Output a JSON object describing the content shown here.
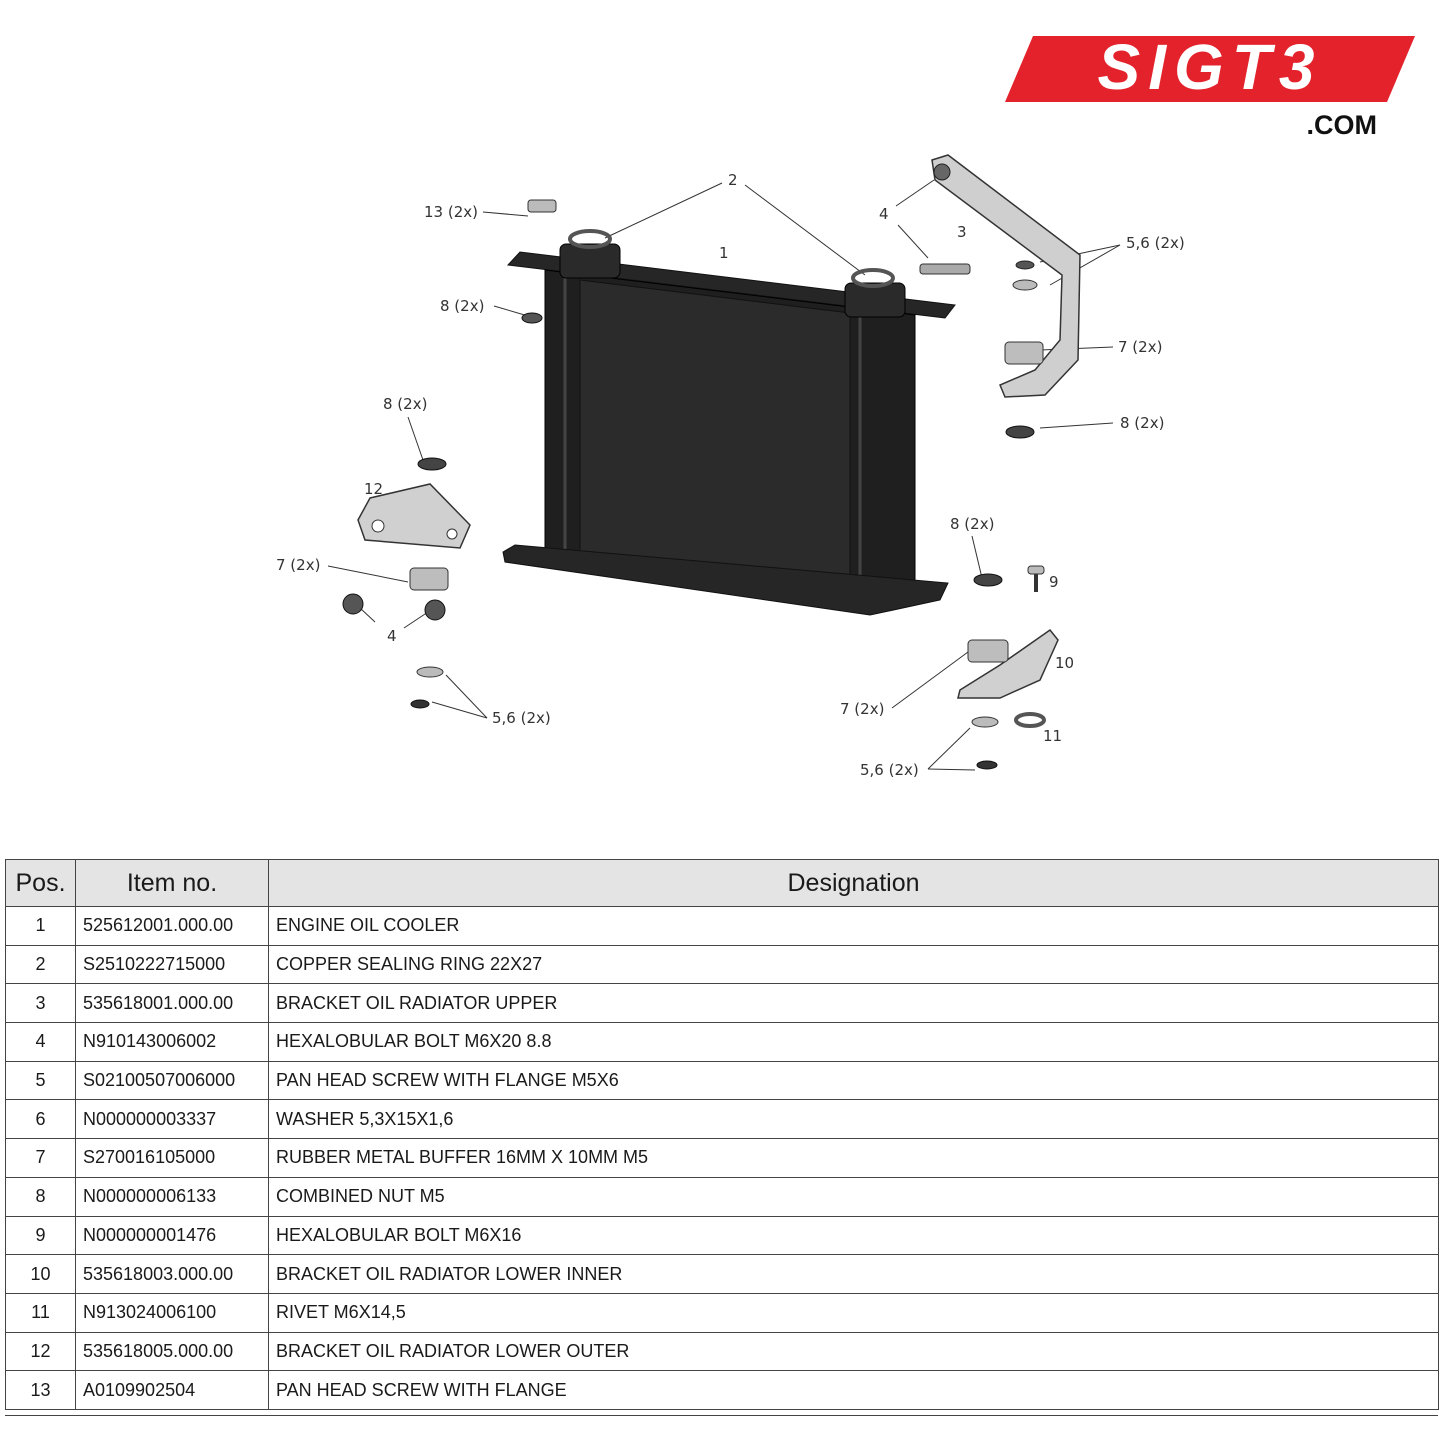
{
  "logo": {
    "brand": "SIGT3",
    "domain": ".COM",
    "color": "#e3222b"
  },
  "diagram": {
    "callouts": [
      "1",
      "2",
      "3",
      "4",
      "4",
      "5,6 (2x)",
      "5,6 (2x)",
      "5,6 (2x)",
      "7 (2x)",
      "7 (2x)",
      "7 (2x)",
      "8 (2x)",
      "8 (2x)",
      "8 (2x)",
      "8 (2x)",
      "9",
      "10",
      "11",
      "12",
      "13 (2x)"
    ]
  },
  "table": {
    "headers": {
      "pos": "Pos.",
      "item": "Item no.",
      "designation": "Designation"
    },
    "rows": [
      {
        "pos": "1",
        "item": "525612001.000.00",
        "designation": "ENGINE OIL COOLER"
      },
      {
        "pos": "2",
        "item": "S2510222715000",
        "designation": "COPPER SEALING RING 22X27"
      },
      {
        "pos": "3",
        "item": "535618001.000.00",
        "designation": "BRACKET OIL RADIATOR UPPER"
      },
      {
        "pos": "4",
        "item": "N910143006002",
        "designation": "HEXALOBULAR BOLT M6X20 8.8"
      },
      {
        "pos": "5",
        "item": "S02100507006000",
        "designation": "PAN HEAD SCREW WITH FLANGE M5X6"
      },
      {
        "pos": "6",
        "item": "N000000003337",
        "designation": "WASHER 5,3X15X1,6"
      },
      {
        "pos": "7",
        "item": "S270016105000",
        "designation": "RUBBER METAL BUFFER 16MM X 10MM  M5"
      },
      {
        "pos": "8",
        "item": "N000000006133",
        "designation": "COMBINED NUT M5"
      },
      {
        "pos": "9",
        "item": "N000000001476",
        "designation": "HEXALOBULAR BOLT M6X16"
      },
      {
        "pos": "10",
        "item": "535618003.000.00",
        "designation": "BRACKET OIL RADIATOR LOWER INNER"
      },
      {
        "pos": "11",
        "item": "N913024006100",
        "designation": "RIVET M6X14,5"
      },
      {
        "pos": "12",
        "item": "535618005.000.00",
        "designation": "BRACKET OIL RADIATOR LOWER OUTER"
      },
      {
        "pos": "13",
        "item": "A0109902504",
        "designation": "PAN HEAD SCREW WITH FLANGE"
      }
    ]
  }
}
